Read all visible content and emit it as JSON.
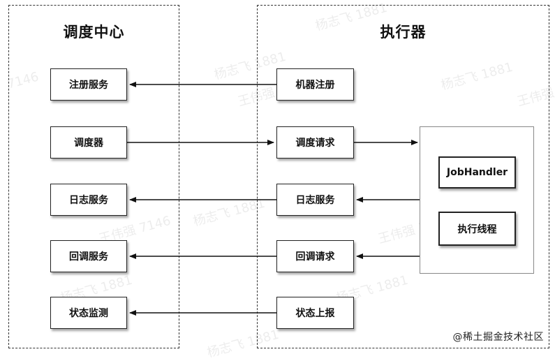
{
  "scheduler": {
    "title": "调度中心",
    "items": [
      "注册服务",
      "调度器",
      "日志服务",
      "回调服务",
      "状态监测"
    ]
  },
  "executor": {
    "title": "执行器",
    "items": [
      "机器注册",
      "调度请求",
      "日志服务",
      "回调请求",
      "状态上报"
    ],
    "handler_items": [
      "JobHandler",
      "执行线程"
    ]
  },
  "watermark": {
    "author": "王伟强",
    "id": "7146",
    "name": "杨志飞",
    "id2": "1881"
  },
  "credit": "@稀土掘金技术社区",
  "colors": {
    "line": "#111111",
    "border": "#222222"
  }
}
